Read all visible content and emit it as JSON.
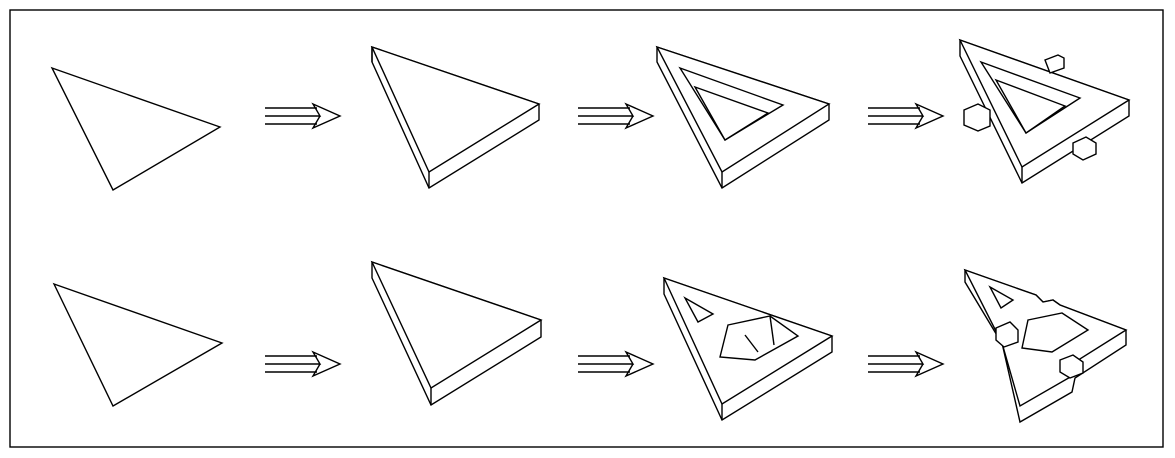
{
  "figure": {
    "description": "",
    "rows": [
      {
        "id": "row-1",
        "stages": [
          "flat-triangle",
          "extruded-triangle",
          "triangle-frame-with-hole",
          "frame-with-jigsaw-connectors"
        ]
      },
      {
        "id": "row-2",
        "stages": [
          "flat-triangle",
          "extruded-triangle",
          "triangle-with-cutouts",
          "interlocking-puzzle-piece"
        ]
      }
    ],
    "arrow_symbol": "double-arrow-right",
    "colors": {
      "line": "#000000",
      "fill": "#ffffff",
      "background": "#ffffff"
    }
  }
}
